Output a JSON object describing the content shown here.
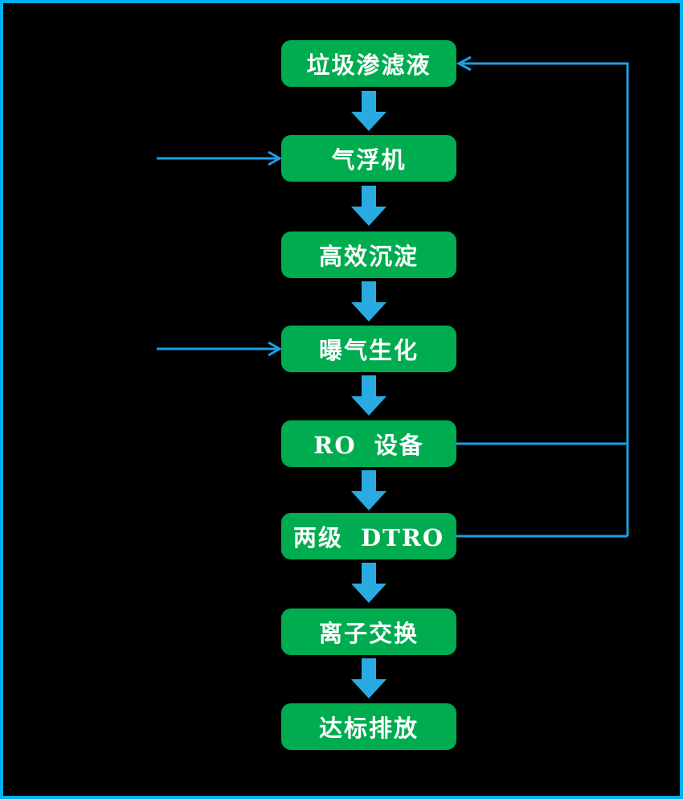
{
  "colors": {
    "background": "#000000",
    "frame_border": "#00B0F0",
    "node_fill": "#00AC50",
    "node_text": "#FFFFFF",
    "block_arrow_blue": "#29ABE2",
    "connector_line_blue": "#1B9FE2"
  },
  "flow": {
    "nodes": [
      {
        "id": "leachate",
        "label": "垃圾渗滤液"
      },
      {
        "id": "air-flotation",
        "label": "气浮机"
      },
      {
        "id": "high-efficiency-sedimentation",
        "label": "高效沉淀"
      },
      {
        "id": "aeration-biochemical",
        "label": "曝气生化"
      },
      {
        "id": "ro-equipment",
        "label": "RO 设备"
      },
      {
        "id": "two-stage-dtro",
        "label": "两级 DTRO"
      },
      {
        "id": "ion-exchange",
        "label": "离子交换"
      },
      {
        "id": "discharge-up-to-standard",
        "label": "达标排放"
      }
    ],
    "edges": [
      {
        "from": "垃圾渗滤液",
        "to": "气浮机",
        "type": "block-arrow"
      },
      {
        "from": "气浮机",
        "to": "高效沉淀",
        "type": "block-arrow"
      },
      {
        "from": "高效沉淀",
        "to": "曝气生化",
        "type": "block-arrow"
      },
      {
        "from": "曝气生化",
        "to": "RO 设备",
        "type": "block-arrow"
      },
      {
        "from": "RO 设备",
        "to": "两级 DTRO",
        "type": "block-arrow"
      },
      {
        "from": "两级 DTRO",
        "to": "离子交换",
        "type": "block-arrow"
      },
      {
        "from": "离子交换",
        "to": "达标排放",
        "type": "block-arrow"
      },
      {
        "from": "external-left",
        "to": "气浮机",
        "type": "line-arrow"
      },
      {
        "from": "external-left",
        "to": "曝气生化",
        "type": "line-arrow"
      },
      {
        "from": "RO 设备",
        "to": "垃圾渗滤液",
        "type": "feedback-line"
      },
      {
        "from": "两级 DTRO",
        "to": "垃圾渗滤液",
        "type": "feedback-line"
      }
    ]
  }
}
